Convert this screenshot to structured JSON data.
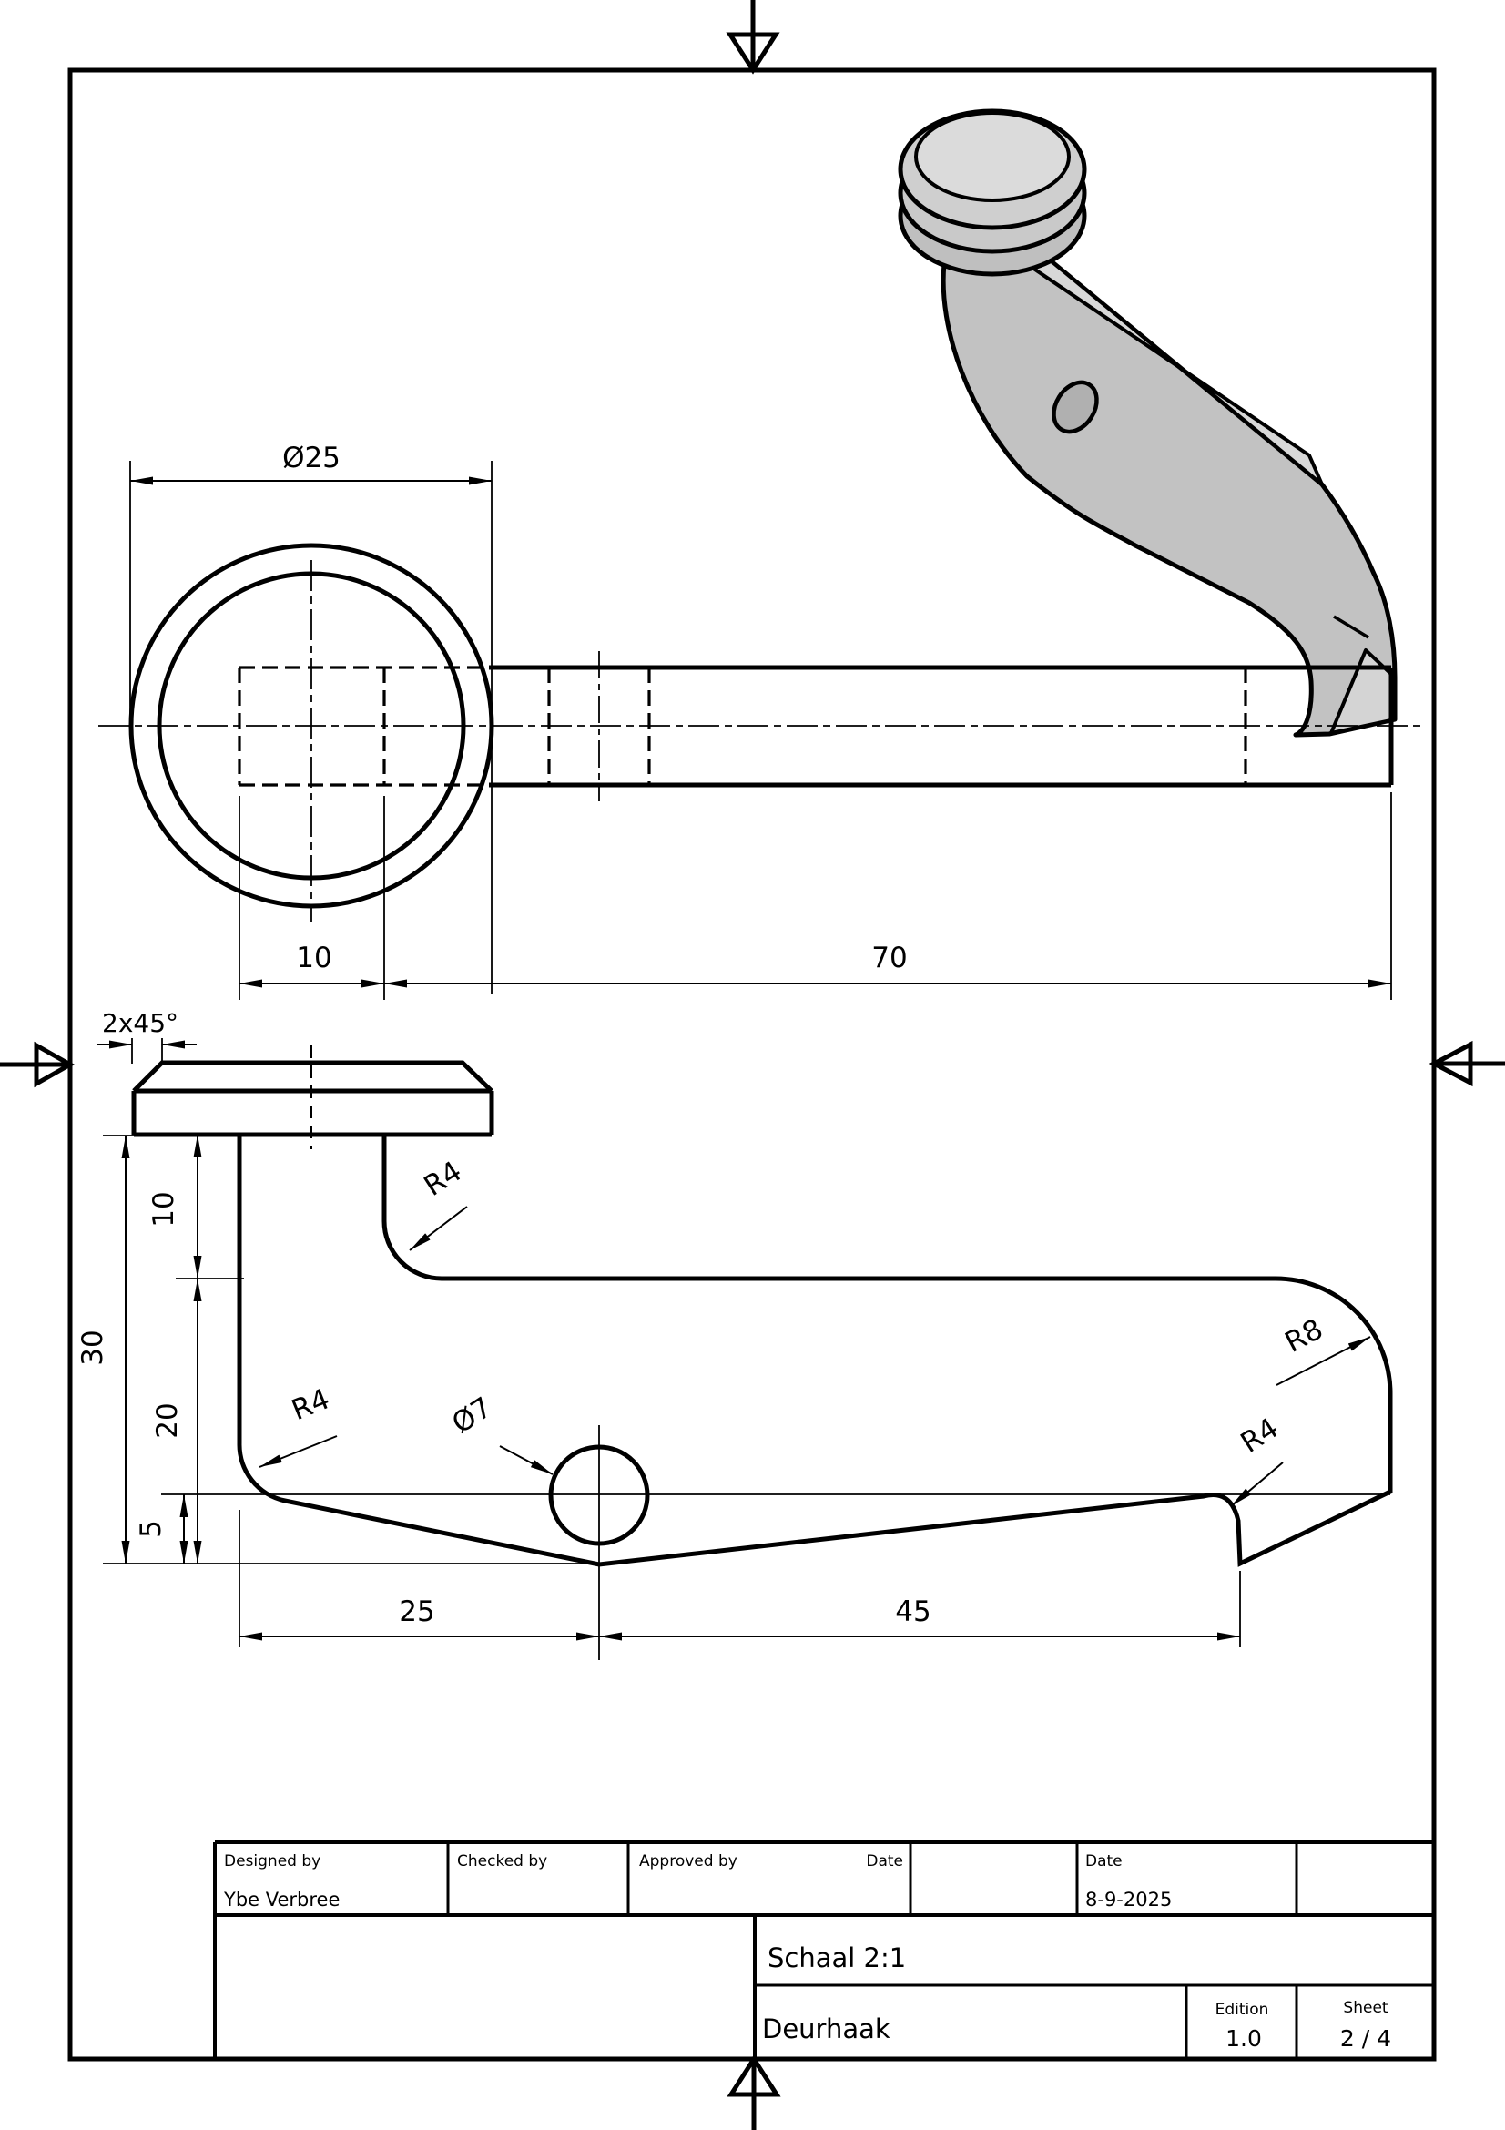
{
  "sheet": {
    "background": "#ffffff",
    "line_color": "#000000",
    "iso_face_color": "#c2c2c2",
    "iso_top_color": "#d8d8d8",
    "iso_knob_top_color": "#dbdbdb"
  },
  "top_view": {
    "dims": {
      "dia25": "Ø25",
      "d10": "10",
      "d70": "70"
    }
  },
  "side_view": {
    "dims": {
      "chamfer": "2x45°",
      "v10": "10",
      "v30": "30",
      "v20": "20",
      "v5": "5",
      "d25": "25",
      "d45": "45",
      "dia7": "Ø7",
      "r4_neck": "R4",
      "r4_left": "R4",
      "r4_hook": "R4",
      "r8": "R8"
    }
  },
  "title_block": {
    "designed_by_label": "Designed by",
    "designed_by": "Ybe Verbree",
    "checked_by_label": "Checked by",
    "approved_by_label": "Approved by",
    "date_label_1": "Date",
    "date_label_2": "Date",
    "date_value": "8-9-2025",
    "scale": "Schaal 2:1",
    "part_name": "Deurhaak",
    "edition_label": "Edition",
    "edition_value": "1.0",
    "sheet_label": "Sheet",
    "sheet_value": "2 / 4"
  }
}
